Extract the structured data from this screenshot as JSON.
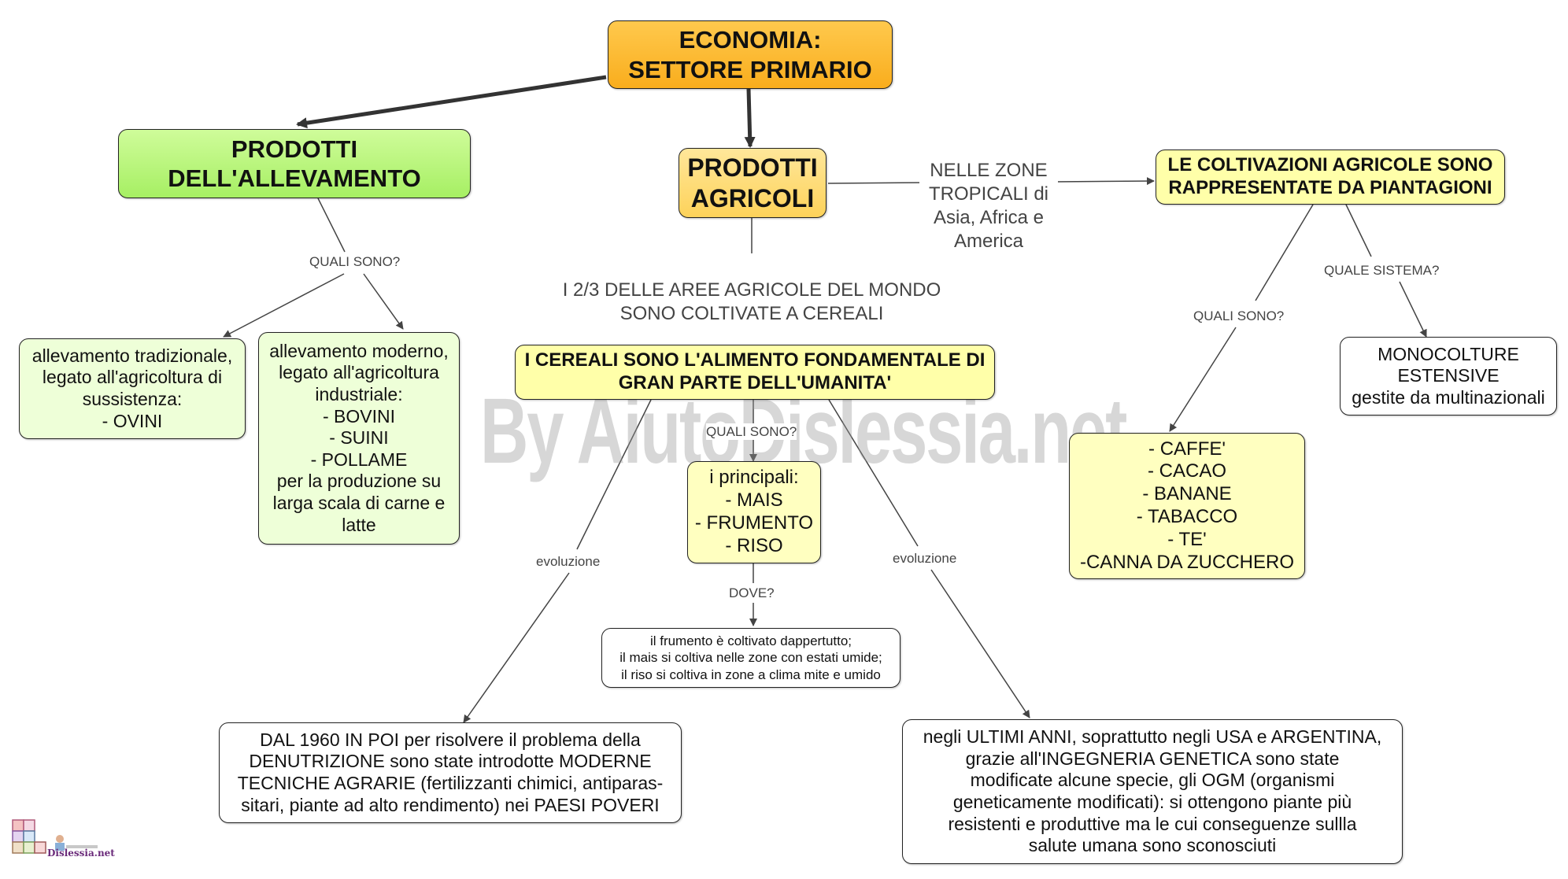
{
  "root": {
    "lines": [
      "ECONOMIA:",
      "SETTORE PRIMARIO"
    ]
  },
  "allevamento": {
    "title": [
      "PRODOTTI",
      "DELL'ALLEVAMENTO"
    ],
    "question": "QUALI SONO?",
    "tradizionale": [
      "allevamento tradizionale,",
      "legato all'agricoltura di",
      "sussistenza:",
      "- OVINI"
    ],
    "moderno": [
      "allevamento moderno,",
      "legato all'agricoltura",
      "industriale:",
      "- BOVINI",
      "- SUINI",
      "- POLLAME",
      "per la produzione su",
      "larga scala di carne e",
      "latte"
    ]
  },
  "agricoli": {
    "title": [
      "PRODOTTI",
      "AGRICOLI"
    ],
    "cereali_label": [
      "I 2/3 DELLE AREE AGRICOLE DEL MONDO",
      "SONO COLTIVATE A CEREALI"
    ],
    "zone_label": [
      "NELLE ZONE",
      "TROPICALI di",
      "Asia, Africa e",
      "America"
    ]
  },
  "cereali": {
    "title": [
      "I CEREALI SONO L'ALIMENTO FONDAMENTALE DI",
      "GRAN PARTE DELL'UMANITA'"
    ],
    "question": "QUALI SONO?",
    "principali": [
      "i principali:",
      "- MAIS",
      "- FRUMENTO",
      "- RISO"
    ],
    "dove_label": "DOVE?",
    "dove": [
      "il frumento è coltivato dappertutto;",
      "il mais si coltiva nelle zone con estati umide;",
      "il riso si coltiva in zone a clima mite e umido"
    ],
    "evoluzione_left": "evoluzione",
    "evoluzione_right": "evoluzione",
    "dal1960": [
      "DAL 1960 IN POI per risolvere il problema della",
      "DENUTRIZIONE sono state introdotte MODERNE",
      "TECNICHE AGRARIE (fertilizzanti chimici, antiparas-",
      "sitari, piante ad alto rendimento) nei PAESI POVERI"
    ],
    "ogm": [
      "negli ULTIMI ANNI, soprattutto negli USA e ARGENTINA,",
      "grazie all'INGEGNERIA GENETICA sono state",
      "modificate alcune specie, gli OGM (organismi",
      "geneticamente modificati): si ottengono piante più",
      "resistenti e produttive ma le cui conseguenze sullla",
      "salute umana sono sconosciuti"
    ]
  },
  "piantagioni": {
    "title": [
      "LE COLTIVAZIONI AGRICOLE SONO",
      "RAPPRESENTATE DA PIANTAGIONI"
    ],
    "question_left": "QUALI SONO?",
    "question_right": "QUALE SISTEMA?",
    "prodotti": [
      "- CAFFE'",
      "- CACAO",
      "- BANANE",
      "- TABACCO",
      "- TE'",
      "-CANNA DA ZUCCHERO"
    ],
    "sistema": [
      "MONOCOLTURE",
      "ESTENSIVE",
      "gestite da multinazionali"
    ]
  },
  "watermark": "By AiutoDislessia.net",
  "logo_text": "Dislessia.net",
  "colors": {
    "root": "#f9b125",
    "green": "#b0f270",
    "agri": "#fdd860",
    "yellow": "#ffffa9",
    "pale_green": "#eeffd8",
    "line": "#444444"
  }
}
